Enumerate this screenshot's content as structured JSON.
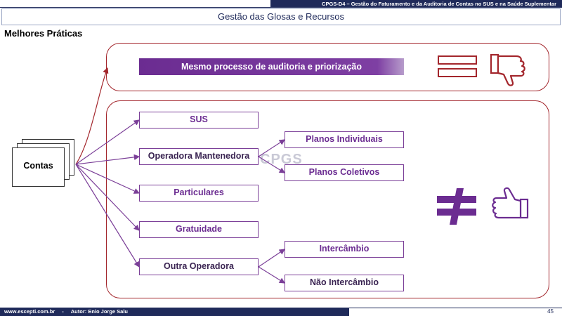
{
  "header": {
    "course_title": "CPGS-D4 – Gestão do Faturamento e da Auditoria de Contas no SUS e na Saúde Suplementar"
  },
  "slide": {
    "title": "Gestão das Glosas e Recursos",
    "section": "Melhores Práticas"
  },
  "diagram": {
    "source": "Contas",
    "banner": "Mesmo processo de auditoria e priorização",
    "branches": [
      "SUS",
      "Operadora Mantenedora",
      "Particulares",
      "Gratuidade",
      "Outra Operadora"
    ],
    "mantenedora_children": [
      "Planos Individuais",
      "Planos Coletivos"
    ],
    "outra_children": [
      "Intercâmbio",
      "Não Intercâmbio"
    ],
    "watermark": "CPGS"
  },
  "icons": {
    "equal": "equal-sign-icon",
    "not_equal": "not-equal-sign-icon",
    "thumbs_down": "thumbs-down-icon",
    "thumbs_up": "thumbs-up-icon",
    "color_red": "#a3262c",
    "color_purple": "#6b2c91"
  },
  "footer": {
    "site": "www.escepti.com.br",
    "separator": "-",
    "author": "Autor: Enio Jorge Salu",
    "page": "45"
  }
}
